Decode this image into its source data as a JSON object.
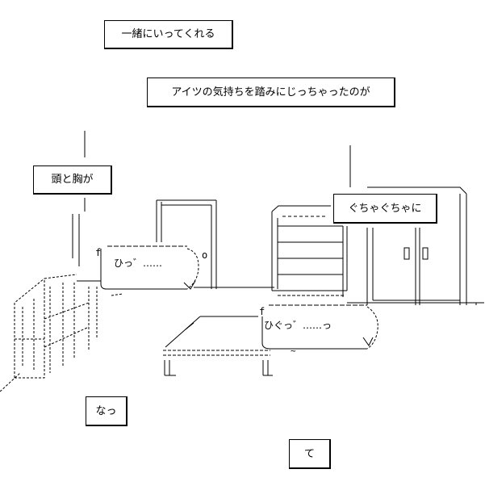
{
  "captions": [
    "一緒にいってくれる",
    "アイツの気持ちを踏みにじっちゃったのが",
    "頭と胸が",
    "ぐちゃぐちゃに",
    "なっ",
    "て"
  ],
  "bubbles": [
    "ひっ゛……",
    "ひぐっ゛……っ"
  ]
}
